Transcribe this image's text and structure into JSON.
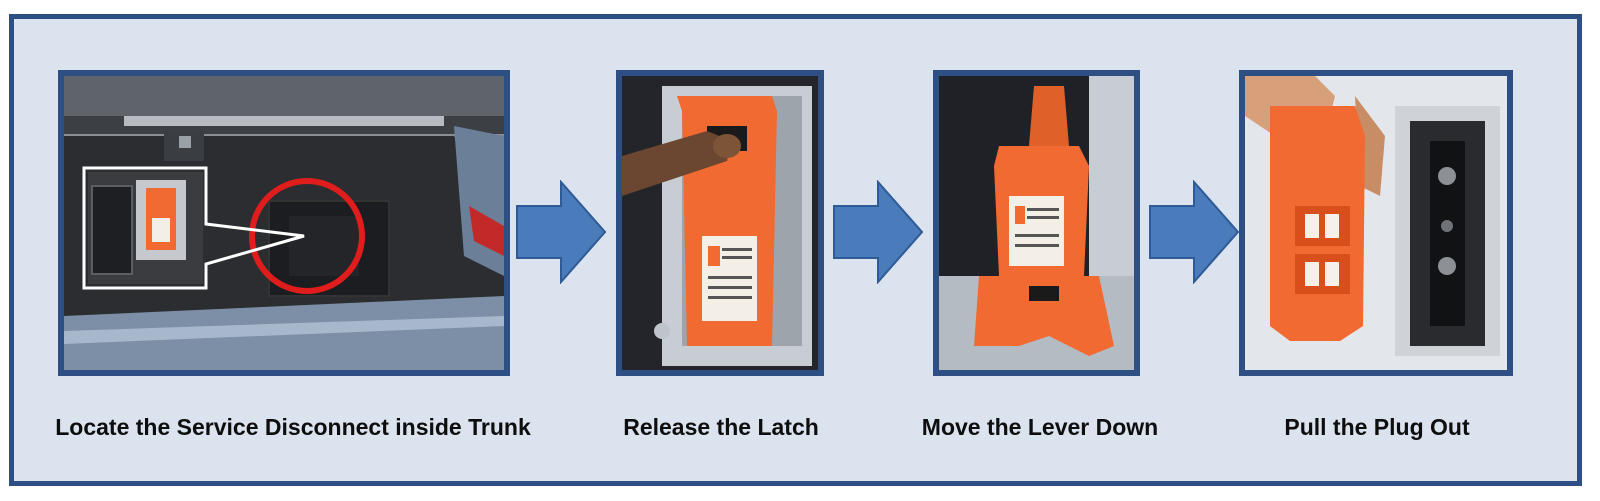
{
  "colors": {
    "frame_border": "#2e4f84",
    "frame_fill": "#dbe3ef",
    "arrow_fill": "#4a7cbc",
    "arrow_stroke": "#2e5a96",
    "connector_orange": "#f06a32"
  },
  "steps": [
    {
      "caption": "Locate the Service Disconnect inside Trunk",
      "photo": "car-trunk-photo"
    },
    {
      "caption": "Release the Latch",
      "photo": "latch-release-photo"
    },
    {
      "caption": "Move the Lever Down",
      "photo": "lever-down-photo"
    },
    {
      "caption": "Pull the Plug Out",
      "photo": "plug-removal-photo"
    }
  ],
  "arrows": [
    "right-arrow-icon",
    "right-arrow-icon",
    "right-arrow-icon"
  ]
}
